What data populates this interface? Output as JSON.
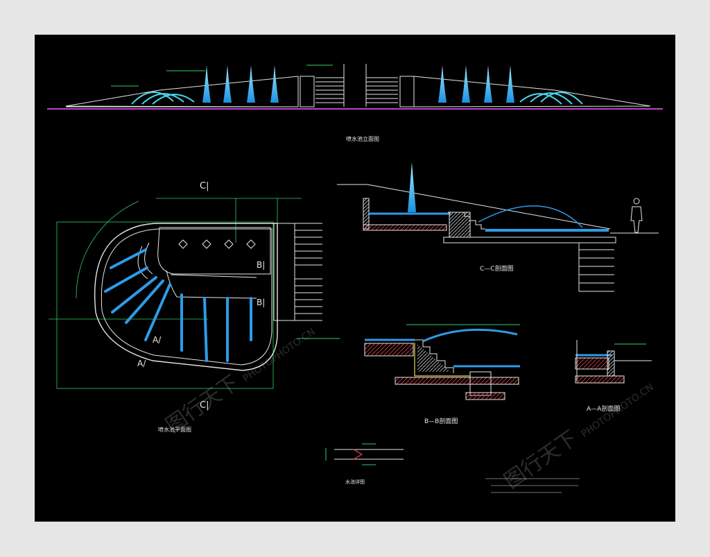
{
  "drawing": {
    "elevation": {
      "title": "喷水池立面图"
    },
    "plan": {
      "title": "喷水池平面图",
      "cut_c_top": "C|",
      "cut_c_bottom": "C|",
      "cut_b1": "B|",
      "cut_b2": "B|",
      "cut_a1": "A/",
      "cut_a2": "A/"
    },
    "section_cc": {
      "title": "C—C剖面图"
    },
    "section_bb": {
      "title": "B—B剖面图"
    },
    "section_aa": {
      "title": "A—A剖面图"
    },
    "detail": {
      "title": "水池详图"
    }
  },
  "watermarks": [
    {
      "brand": "图行天下",
      "url": "PHOTOPHOTO.CN"
    },
    {
      "brand": "图行天下",
      "url": "PHOTOPHOTO.CN"
    }
  ],
  "colors": {
    "background": "#000000",
    "frame": "#e6e6e6",
    "line_white": "#e8e8e8",
    "water_blue": "#2e9be8",
    "jet_cyan": "#48d8ee",
    "magenta": "#c040d0",
    "dim_green": "#2fd06a",
    "hatch_red": "#c23a3a"
  }
}
